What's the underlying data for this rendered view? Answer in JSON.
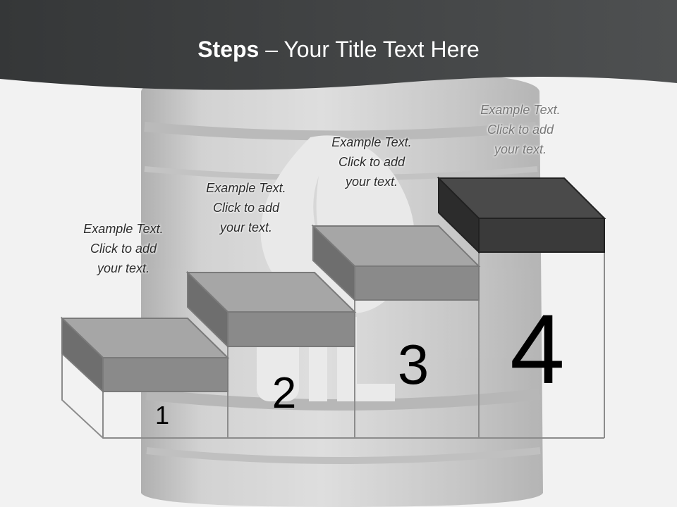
{
  "slide": {
    "title_bold": "Steps",
    "title_rest": " – Your Title Text Here"
  },
  "steps": [
    {
      "number": "1",
      "text": "Example Text.\nClick  to add\nyour text."
    },
    {
      "number": "2",
      "text": "Example Text.\nClick  to add\nyour text."
    },
    {
      "number": "3",
      "text": "Example Text.\nClick  to add\nyour text."
    },
    {
      "number": "4",
      "text": "Example Text.\nClick  to add\nyour text."
    }
  ],
  "colors": {
    "header": "#3f4142",
    "step_box": "#8a8a8a",
    "step_box_top": "#a6a6a6",
    "step_box_side": "#6e6e6e",
    "step4_box": "#3a3a3a",
    "step4_box_top": "#4a4a4a",
    "step4_box_side": "#2c2c2c",
    "outline": "#8c8c8c"
  }
}
